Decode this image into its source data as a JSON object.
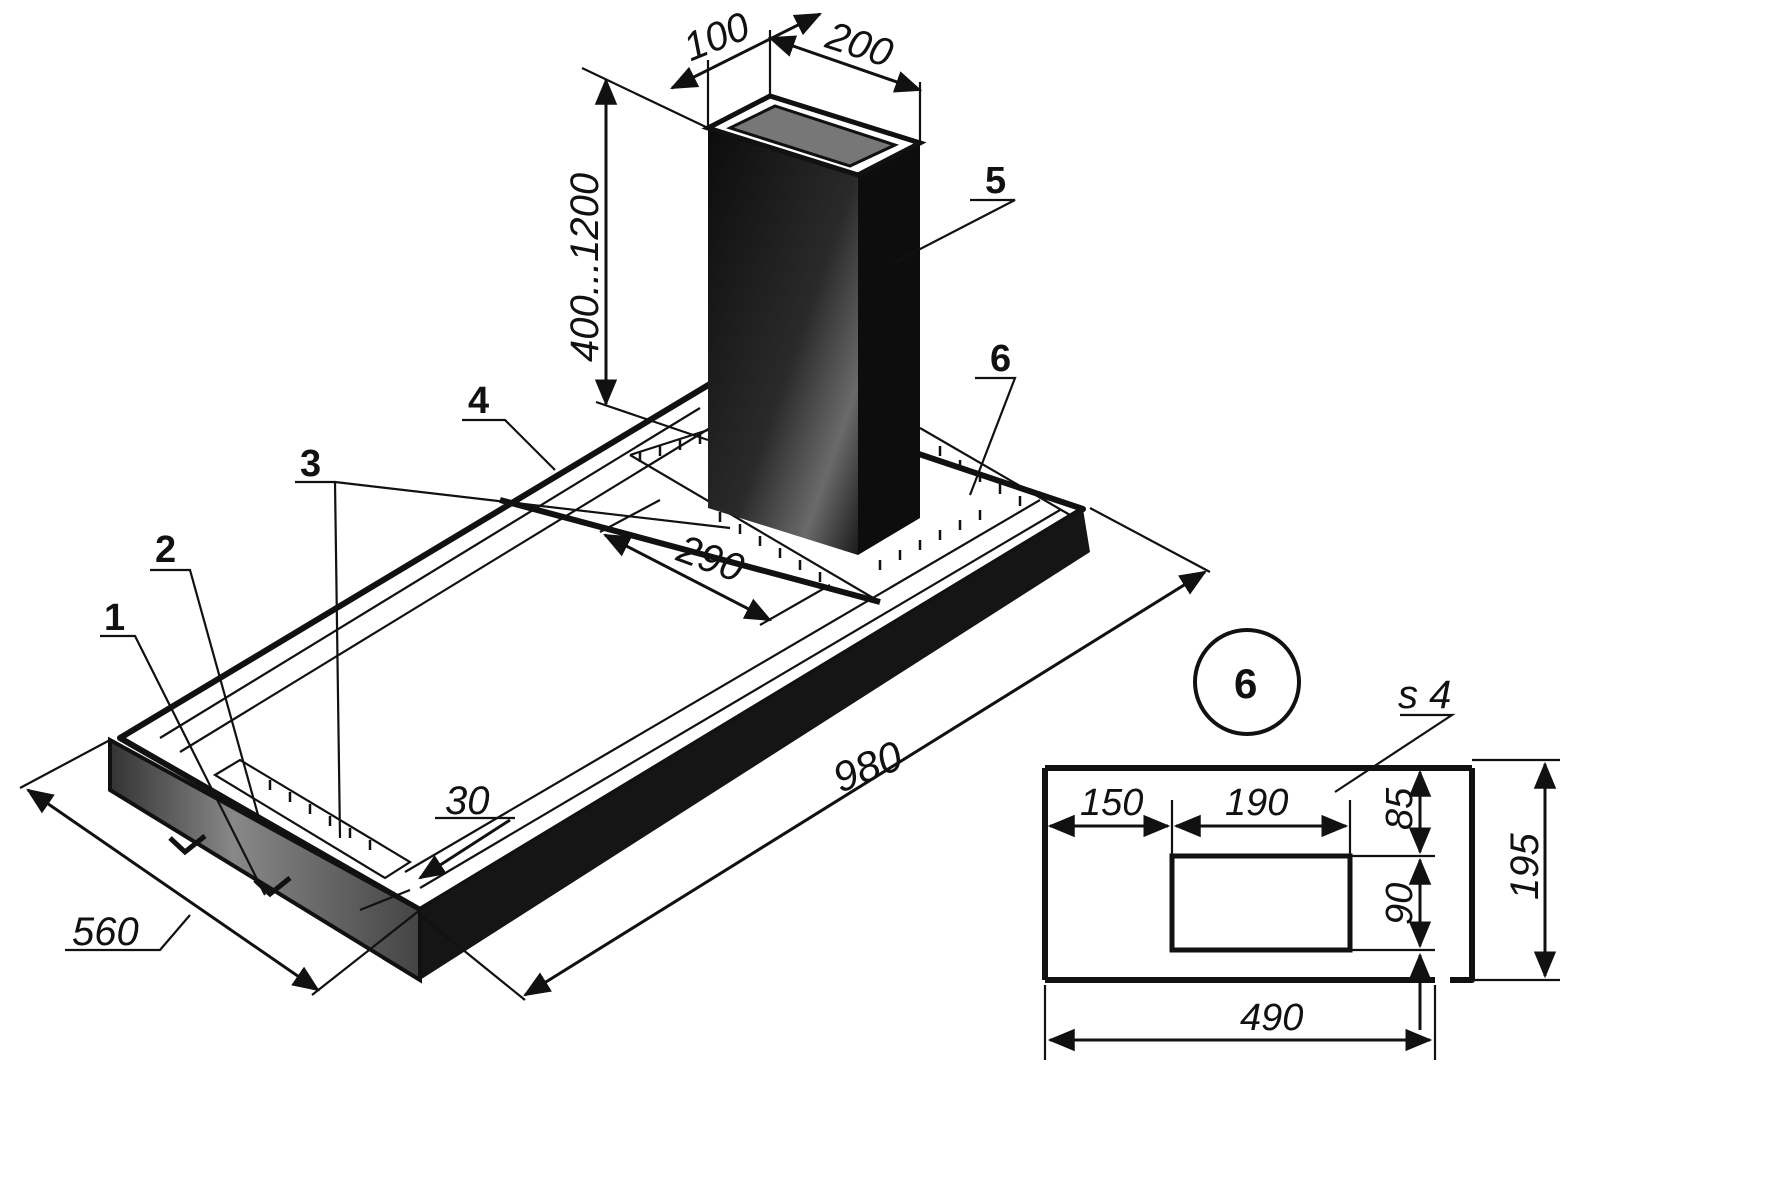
{
  "colors": {
    "ink": "#111111",
    "paper": "#ffffff"
  },
  "parts": {
    "p1": "1",
    "p2": "2",
    "p3": "3",
    "p4": "4",
    "p5": "5",
    "p6": "6"
  },
  "dims": {
    "d100": "100",
    "d200": "200",
    "d400_1200": "400...1200",
    "d290": "290",
    "d980": "980",
    "d560": "560",
    "d30": "30"
  },
  "detail": {
    "marker": "6",
    "thickness": "s 4",
    "d150": "150",
    "d190": "190",
    "d85": "85",
    "d90": "90",
    "d195": "195",
    "d490": "490"
  }
}
